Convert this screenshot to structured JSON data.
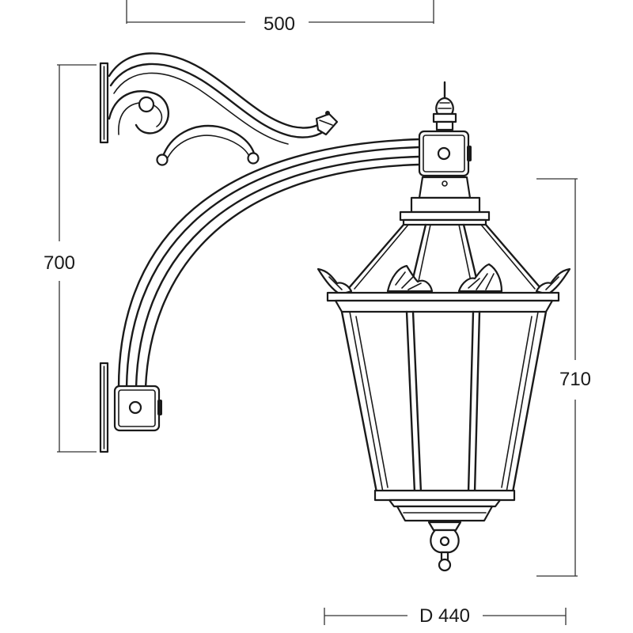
{
  "dimensions": {
    "width": "500",
    "height": "700",
    "lantern_height": "710",
    "diameter": "D 440"
  },
  "colors": {
    "ink": "#1a1a1a",
    "dimension_line": "#333333",
    "background": "#ffffff"
  }
}
